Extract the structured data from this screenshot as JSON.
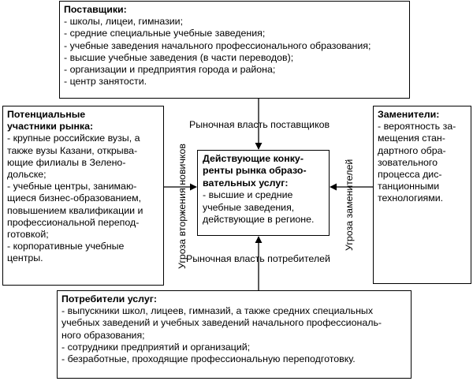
{
  "suppliers": {
    "title": "Поставщики:",
    "items": [
      "- школы, лицеи, гимназии;",
      "- средние специальные учебные заведения;",
      "- учебные заведения начального профессионального образования;",
      "- высшие учебные заведения (в части переводов);",
      "- организации и предприятия города и района;",
      "- центр занятости."
    ]
  },
  "potential": {
    "title_lines": [
      "Потенциальные",
      "участники рынка:"
    ],
    "lines": [
      "- крупные российские вузы, а",
      "также вузы Казани, открыва-",
      "ющие филиалы в Зелено-",
      "дольске;",
      "- учебные центры, занимаю-",
      "щиеся бизнес-образованием,",
      "повышением квалификации и",
      "профессиональной перепод-",
      "готовкой;",
      "- корпоративные учебные",
      "центры."
    ]
  },
  "substitutes": {
    "title": "Заменители:",
    "lines": [
      "- вероятность за-",
      "мещения стан-",
      "дартного обра-",
      "зовательного",
      "процесса дис-",
      "танционными",
      "технологиями."
    ]
  },
  "competitors": {
    "title_lines": [
      "Действующие конку-",
      "ренты рынка образо-",
      "вательных услуг:"
    ],
    "lines": [
      "- высшие и средние",
      "учебные заведения,",
      "действующие в регионе."
    ]
  },
  "consumers": {
    "title": "Потребители услуг:",
    "lines": [
      "- выпускники школ, лицеев, гимназий, а также средних специальных",
      "учебных заведений и учебных заведений начального профессиональ-",
      "ного образования;",
      "- сотрудники предприятий и организаций;",
      "- безработные, проходящие профессиональную переподготовку."
    ]
  },
  "forces": {
    "suppliers_power": "Рыночная власть поставщиков",
    "consumers_power": "Рыночная власть потребителей",
    "new_entrants_threat": "Угроза вторжения новичков",
    "substitutes_threat": "Угроза заменителей"
  }
}
